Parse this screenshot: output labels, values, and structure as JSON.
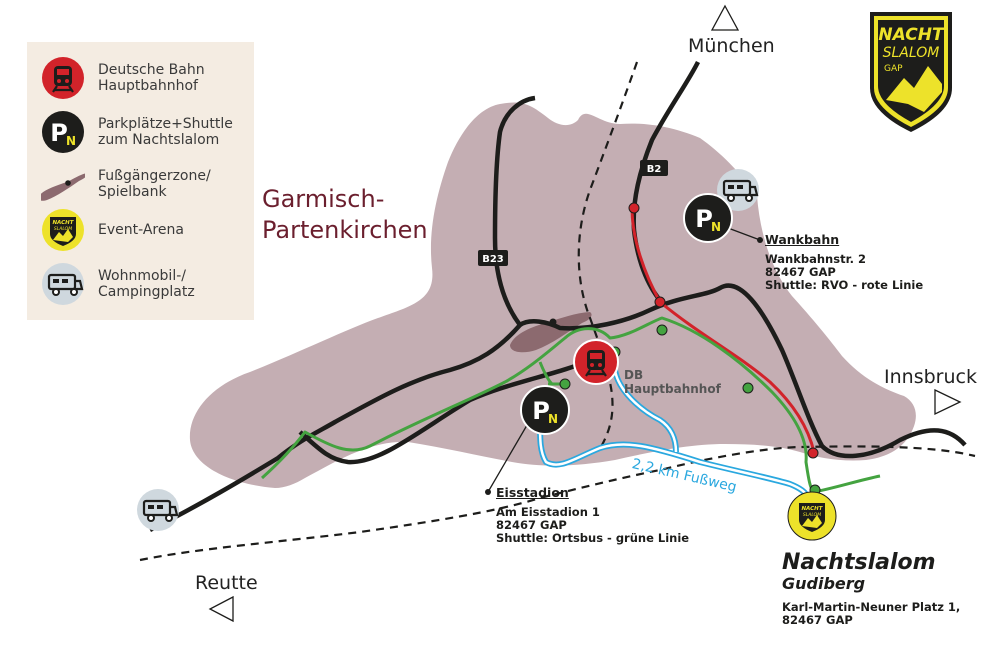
{
  "legend": {
    "items": [
      {
        "label": "Deutsche Bahn\nHauptbahnhof",
        "icon": "train-icon"
      },
      {
        "label": "Parkplätze+Shuttle\nzum Nachtslalom",
        "icon": "parking-shuttle-icon"
      },
      {
        "label": "Fußgängerzone/\nSpielbank",
        "icon": "pedestrian-zone-icon"
      },
      {
        "label": "Event-Arena",
        "icon": "nachtslalom-logo-icon"
      },
      {
        "label": "Wohnmobil-/\nCampingplatz",
        "icon": "camper-van-icon"
      }
    ]
  },
  "map": {
    "town": "Garmisch-\nPartenkirchen",
    "directions": {
      "north": "München",
      "east": "Innsbruck",
      "west": "Reutte"
    },
    "roads": {
      "b2": "B2",
      "b23": "B23"
    },
    "walkway": "2,2 km Fußweg",
    "db_station": "DB\nHauptbahnhof"
  },
  "logo": {
    "line1": "NACHT",
    "line2": "SLALOM",
    "line3": "GAP"
  },
  "locations": {
    "wankbahn": {
      "title": "Wankbahn",
      "street": "Wankbahnstr. 2",
      "city": "82467 GAP",
      "shuttle": "Shuttle: RVO - rote Linie"
    },
    "eisstadion": {
      "title": "Eisstadion",
      "street": "Am Eisstadion 1",
      "city": "82467 GAP",
      "shuttle": "Shuttle: Ortsbus - grüne Linie"
    },
    "venue": {
      "name": "Nachtslalom",
      "sub": "Gudiberg",
      "street": "Karl-Martin-Neuner Platz 1,",
      "city": "82467 GAP"
    }
  },
  "colors": {
    "town_area": "#c4aeb3",
    "pedestrian_zone": "#8c6a6f",
    "red_line": "#d2232a",
    "green_line": "#44a340",
    "walk_path": "#2aa8df",
    "logo_yellow": "#ede22a",
    "legend_bg": "#f4ece2",
    "town_label": "#6b1f2e"
  }
}
